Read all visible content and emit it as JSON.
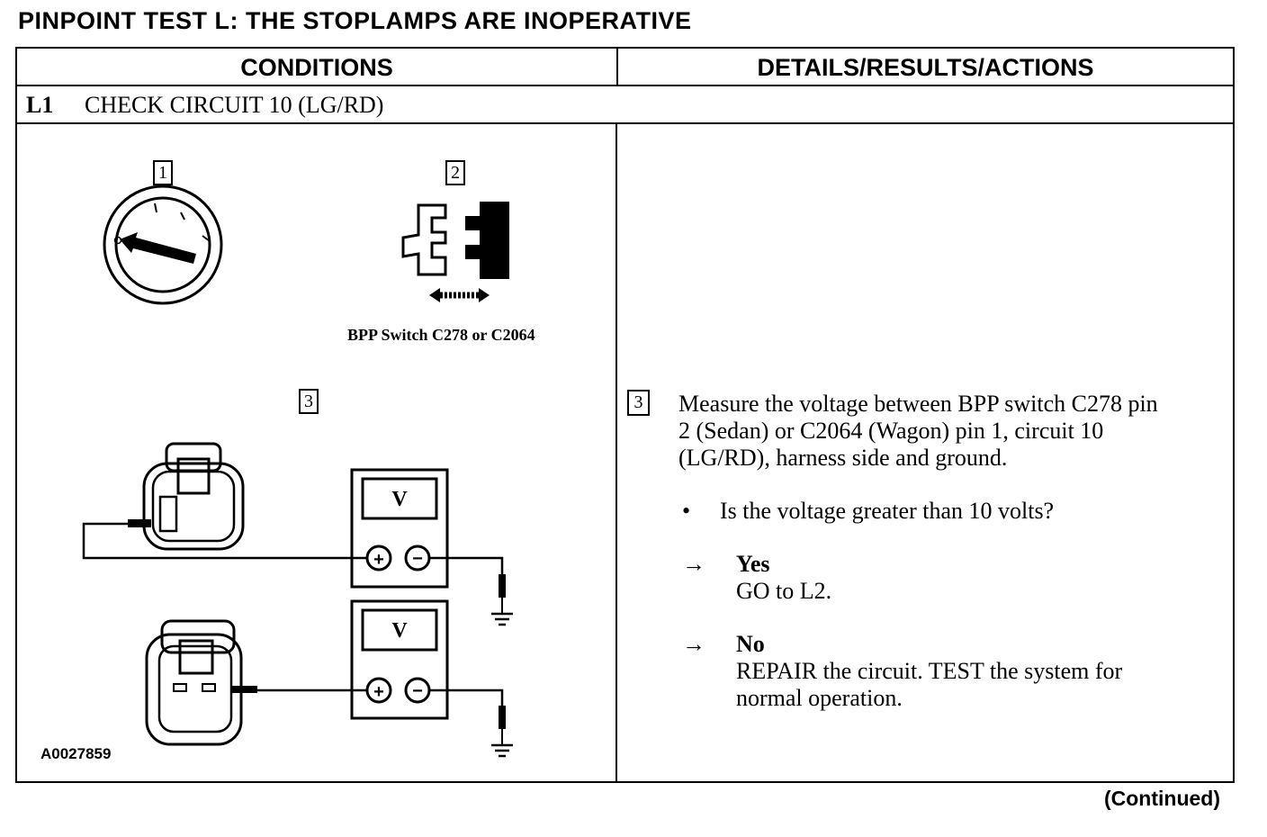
{
  "title": "PINPOINT TEST L:  THE STOPLAMPS ARE INOPERATIVE",
  "header": {
    "conditions": "CONDITIONS",
    "details": "DETAILS/RESULTS/ACTIONS"
  },
  "step": {
    "number": "L1",
    "label": "CHECK CIRCUIT 10 (LG/RD)"
  },
  "figure": {
    "callout1": "1",
    "callout2": "2",
    "callout3": "3",
    "switch_caption": "BPP Switch C278 or C2064",
    "meter_label": "V",
    "plus": "+",
    "minus": "−",
    "figure_id": "A0027859"
  },
  "details": {
    "callout": "3",
    "measure_line1": "Measure the voltage between BPP switch C278 pin",
    "measure_line2": "2 (Sedan) or C2064 (Wagon) pin 1, circuit 10",
    "measure_line3": "(LG/RD), harness side and ground.",
    "bullet": "•",
    "question": "Is the voltage greater than 10 volts?",
    "arrow": "→",
    "yes_label": "Yes",
    "yes_action": "GO to L2.",
    "no_label": "No",
    "no_action_line1": "REPAIR the circuit. TEST the system for",
    "no_action_line2": "normal operation."
  },
  "footer": {
    "continued": "(Continued)"
  }
}
